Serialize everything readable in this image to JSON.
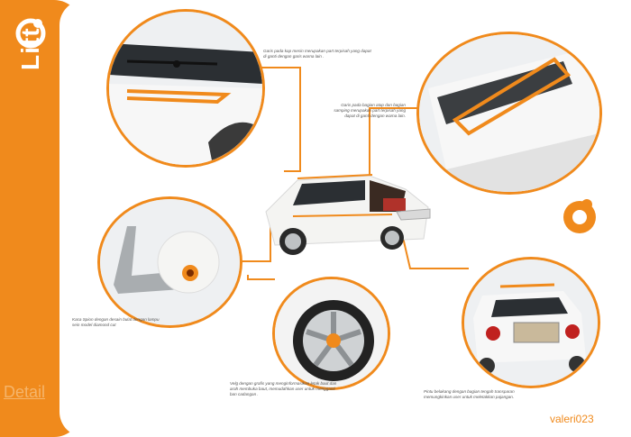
{
  "brand": {
    "wordmark": "Litt"
  },
  "section_title": "Detail",
  "credit": "valeri023",
  "captions": {
    "hood": "Garis pada kap mesin merupakan part terpisah yang dapat di ganti dengan garis warna lain .",
    "roof": "Garis pada bagian atap dan bagian samping merupakan part terpisah yang dapat di ganti dengan warna lain.",
    "mirror": "Kaca Spion dengan desain bulat dengan lampu sein model diamond cut",
    "wheel": "Velg dengan grafis yang menginformasikan letak baut dan arah membuka baut, memudahkan user untuk mengganti ban cadangan .",
    "tailgate": "Pintu belakang dengan bagian tengah transparan memungkinkan user untuk meletakkan pajangan."
  },
  "colors": {
    "accent": "#f08a1c",
    "body": "#f4f4f2",
    "glass": "#2b2f33"
  },
  "icons": [
    "brand-logo-icon",
    "car-badge-icon"
  ]
}
